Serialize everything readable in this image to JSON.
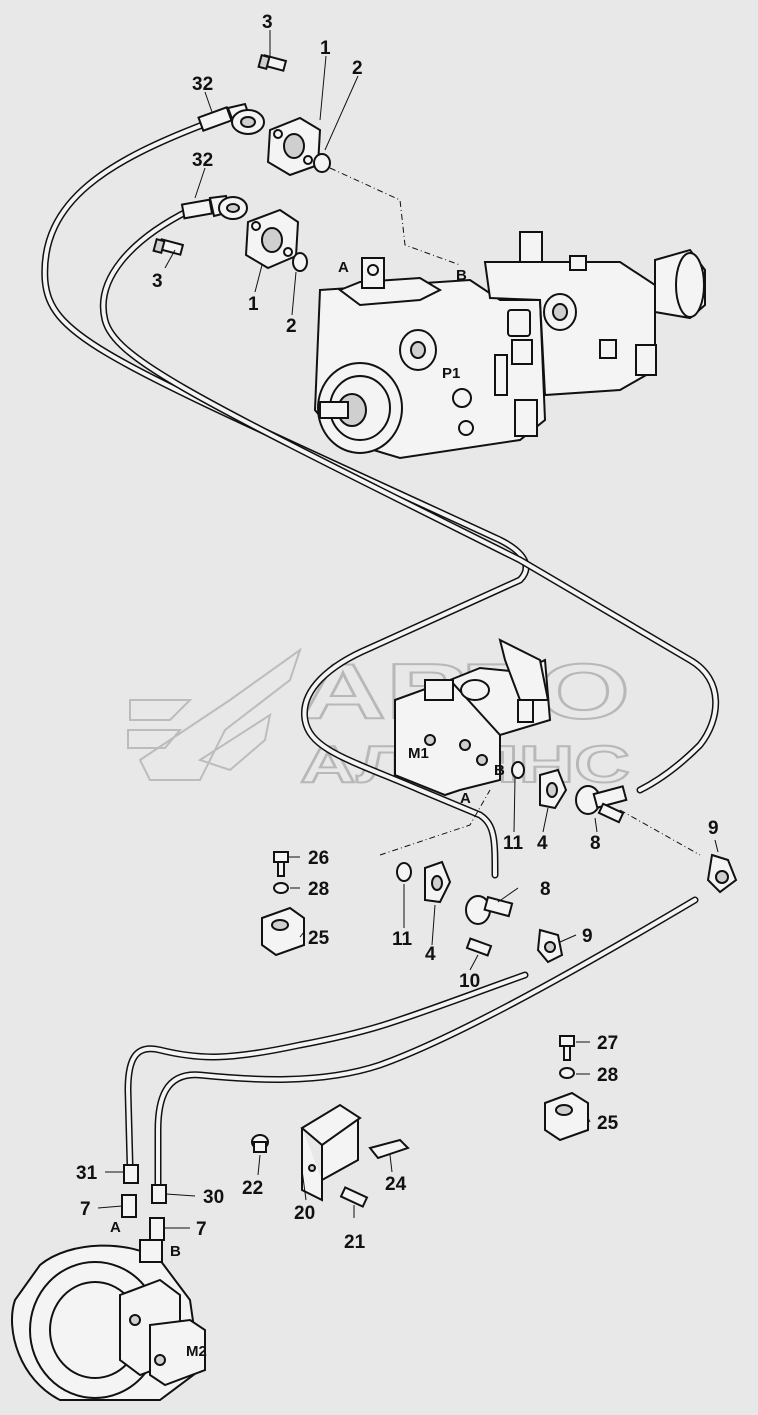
{
  "watermark": {
    "line1": "АВТО",
    "line2": "АЛЬЯНС"
  },
  "assemblies": {
    "pump": "P1",
    "motor_valve": "M1",
    "travel_motor": "M2"
  },
  "ports": {
    "pump_a": "A",
    "pump_b": "B",
    "valve_a": "A",
    "valve_b": "B",
    "motor_a": "A",
    "motor_b": "B"
  },
  "callouts": {
    "c3_top": "3",
    "c1_top": "1",
    "c2_top": "2",
    "c32_top": "32",
    "c32_mid": "32",
    "c3_mid": "3",
    "c1_mid": "1",
    "c2_mid": "2",
    "c11_right": "11",
    "c4_right": "4",
    "c8_right": "8",
    "c9_right": "9",
    "c26": "26",
    "c28_left": "28",
    "c25_left": "25",
    "c8_left": "8",
    "c11_left": "11",
    "c4_left": "4",
    "c9_left": "9",
    "c10": "10",
    "c27": "27",
    "c28_right": "28",
    "c25_right": "25",
    "c22": "22",
    "c24": "24",
    "c31": "31",
    "c30": "30",
    "c7_left": "7",
    "c7_right": "7",
    "c20": "20",
    "c21": "21"
  }
}
